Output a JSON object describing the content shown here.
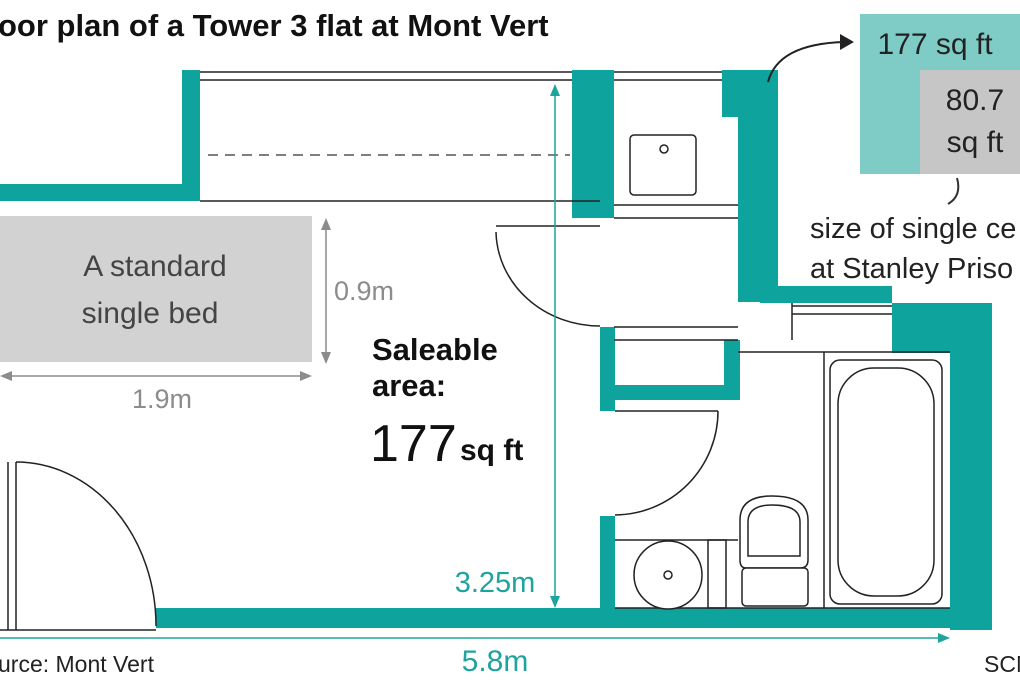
{
  "title": "oor plan of a Tower 3 flat at Mont Vert",
  "bed": {
    "line1": "A standard",
    "line2": "single bed",
    "width_label": "0.9m",
    "length_label": "1.9m"
  },
  "saleable": {
    "label_line1": "Saleable",
    "label_line2": "area:",
    "value": "177",
    "unit": "sq ft"
  },
  "dimensions": {
    "height_label": "3.25m",
    "width_label": "5.8m"
  },
  "comparison": {
    "flat_line": "177 sq ft",
    "cell_value": "80.7",
    "cell_unit": "sq ft",
    "caption_line1": "size of single ce",
    "caption_line2": "at Stanley Priso"
  },
  "source": "urce: Mont Vert",
  "credit": "SCM",
  "colors": {
    "wall": "#0fa39d",
    "light_teal": "#7fcbc6",
    "bed_grey": "#d2d2d2",
    "cell_grey": "#c6c6c6",
    "dim_teal": "#1fa39e",
    "dim_grey": "#8c8c8c",
    "line": "#222222"
  }
}
